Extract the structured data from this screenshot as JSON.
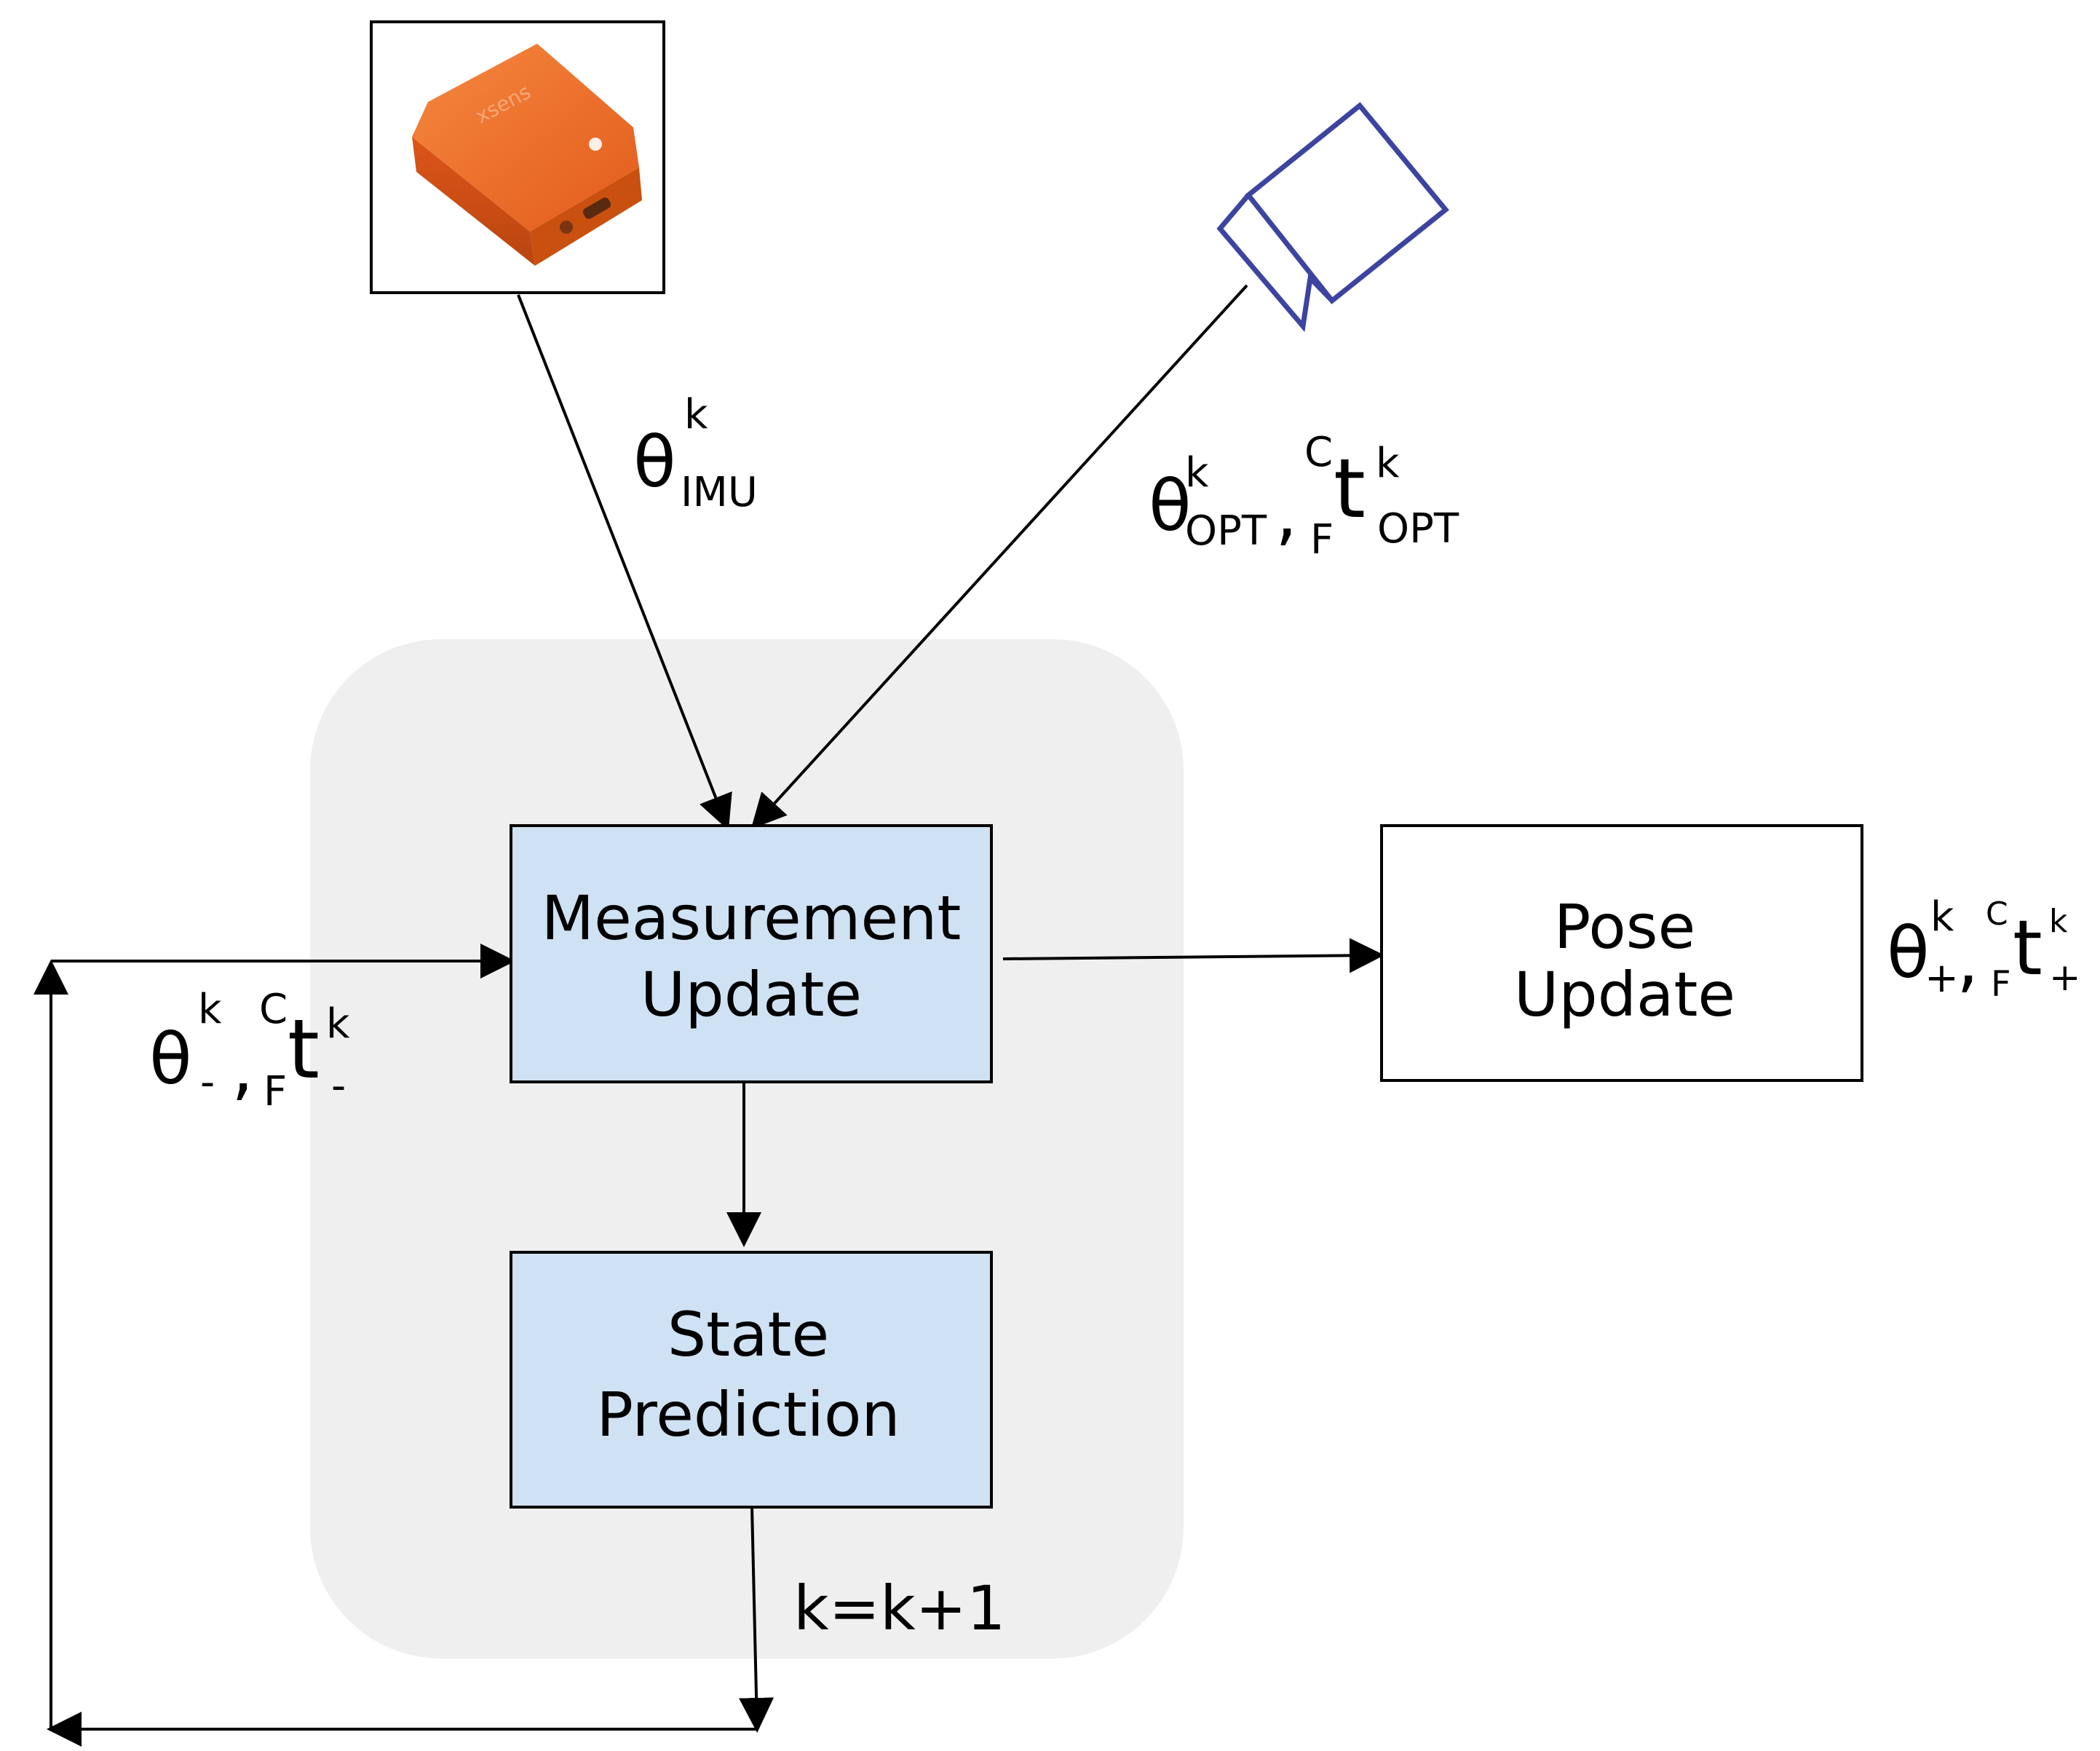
{
  "blocks": {
    "measurement": {
      "line1": "Measurement",
      "line2": "Update"
    },
    "prediction": {
      "line1": "State",
      "line2": "Prediction"
    },
    "pose": {
      "line1": "Pose",
      "line2": "Update"
    }
  },
  "labels": {
    "imu": {
      "sym": "θ",
      "sup": "k",
      "sub": "IMU"
    },
    "opt": {
      "sym1": "θ",
      "sup1": "k",
      "sub1": "OPT",
      "comma": ",",
      "presup": "C",
      "presub": "F",
      "sym2": "t",
      "sup2": "k",
      "sub2": "OPT"
    },
    "prior": {
      "sym1": "θ",
      "sup1": "k",
      "sub1": "-",
      "comma": ",",
      "presup": "C",
      "presub": "F",
      "sym2": "t",
      "sup2": "k",
      "sub2": "-"
    },
    "post": {
      "sym1": "θ",
      "sup1": "k",
      "sub1": "+",
      "comma": ",",
      "presup": "C",
      "presub": "F",
      "sym2": "t",
      "sup2": "k",
      "sub2": "+"
    },
    "increment": "k=k+1"
  },
  "imu_device": {
    "brand": "xsens"
  },
  "colors": {
    "group_bg": "#efefef",
    "block_fill": "#cfe2f3",
    "camera_stroke": "#3c44a0",
    "imu_orange": "#ee6a2a"
  }
}
